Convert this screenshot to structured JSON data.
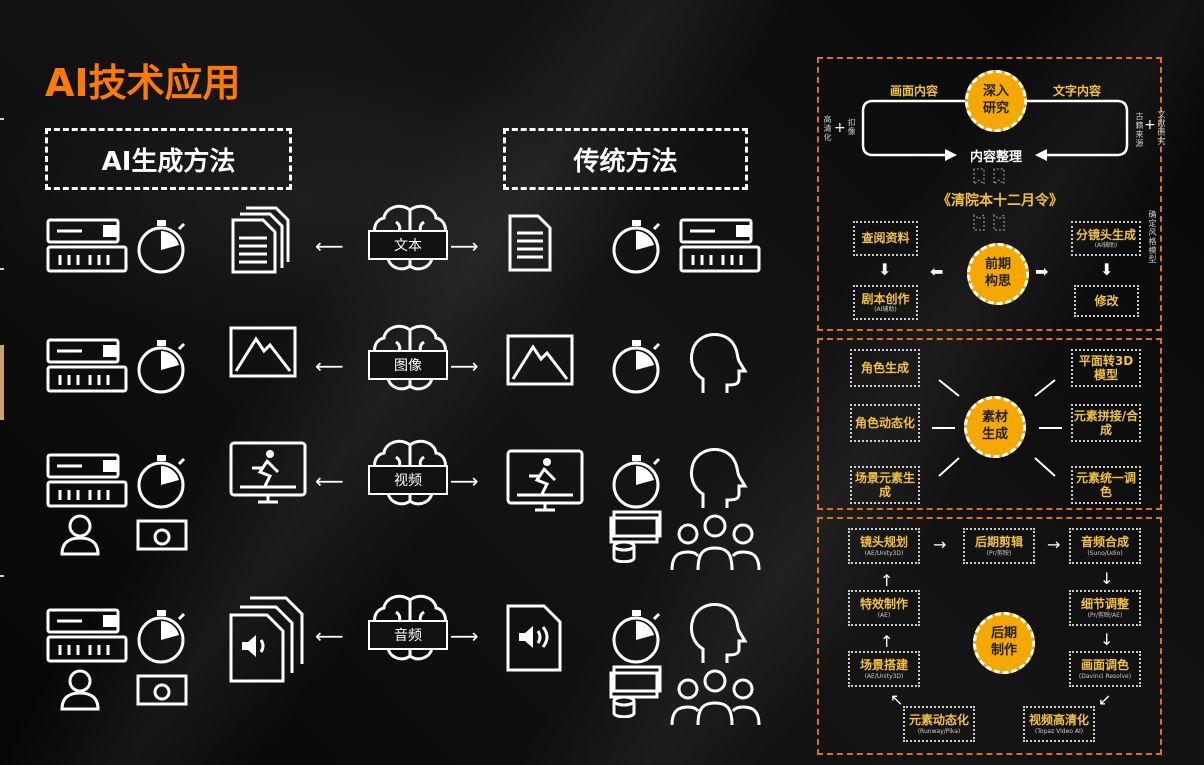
{
  "title": "AI技术应用",
  "left": {
    "ai_header": "AI生成方法",
    "traditional_header": "传统方法",
    "rows": [
      {
        "label": "文本",
        "icon": "document-icon"
      },
      {
        "label": "图像",
        "icon": "mountain-image-icon"
      },
      {
        "label": "视频",
        "icon": "video-runner-icon"
      },
      {
        "label": "音频",
        "icon": "audio-file-icon"
      }
    ]
  },
  "right": {
    "research": {
      "circle": "深入\n研究",
      "left_label": "画面内容",
      "right_label": "文字内容",
      "far_left_a": "高清化",
      "far_left_b": "扣像",
      "far_right_a": "古籍来源",
      "far_right_b": "文献研究",
      "organize": "内容整理",
      "book": "《清院本十二月令》",
      "box_lookup": "查阅资料",
      "box_script": "剧本创作",
      "box_script_sub": "(AI辅助)",
      "box_storyboard": "分镜头生成",
      "box_storyboard_sub": "(AI辅助)",
      "box_revise": "修改",
      "style_model": "确定风格模型",
      "concept": "前期\n构思"
    },
    "material": {
      "circle": "素材\n生成",
      "items": [
        "角色生成",
        "角色动态化",
        "场景元素生成",
        "平面转3D模型",
        "元素拼接/合成",
        "元素统一调色"
      ]
    },
    "post": {
      "circle": "后期\n制作",
      "boxes": [
        {
          "label": "镜头规划",
          "sub": "(AE/Unity3D)"
        },
        {
          "label": "后期剪辑",
          "sub": "(Pr/剪映)"
        },
        {
          "label": "音频合成",
          "sub": "(Suno/Udio)"
        },
        {
          "label": "特效制作",
          "sub": "(AE)"
        },
        {
          "label": "细节调整",
          "sub": "(Pr/剪映/AE)"
        },
        {
          "label": "场景搭建",
          "sub": "(AE/Unity3D)"
        },
        {
          "label": "画面调色",
          "sub": "(Davinci Resolve)"
        },
        {
          "label": "元素动态化",
          "sub": "(Runway/Pika)"
        },
        {
          "label": "视频高清化",
          "sub": "(Topaz Video AI)"
        }
      ]
    }
  },
  "colors": {
    "accent": "#ff7a00",
    "yellow": "#f5a800",
    "panel_border": "#e07010"
  }
}
